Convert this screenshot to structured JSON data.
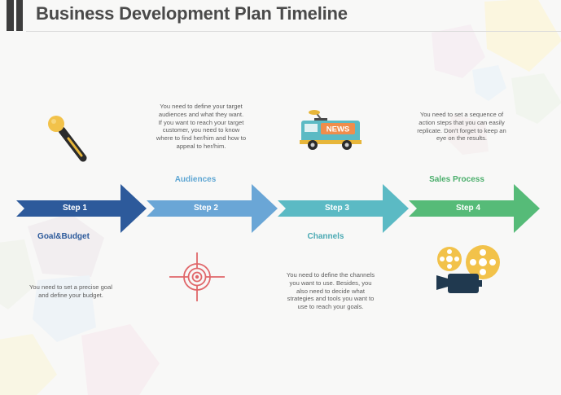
{
  "title": "Business Development Plan Timeline",
  "colors": {
    "step1": "#2d5a9b",
    "step2": "#6aa6d6",
    "step3": "#5bbac4",
    "step4": "#56bb78",
    "audiences": "#5ea6d3",
    "channels": "#4aa9b3",
    "sales": "#4aae6b",
    "goal": "#2d5a9b"
  },
  "steps": [
    {
      "step_label": "Step 1",
      "stage": "Goal&Budget",
      "description": [
        "You need to set a precise goal",
        "and define your budget."
      ],
      "icon": "microphone-icon"
    },
    {
      "step_label": "Step 2",
      "stage": "Audiences",
      "description": [
        "You need to define your target",
        "audiences and what they want.",
        "If you want to reach your target",
        "customer, you need to know",
        "where to find her/him and how to",
        "appeal to her/him."
      ],
      "icon": "target-icon"
    },
    {
      "step_label": "Step 3",
      "stage": "Channels",
      "description": [
        "You need to define the channels",
        "you want to use. Besides, you",
        "also need to decide what",
        "strategies and tools you want to",
        "use to reach your goals."
      ],
      "icon": "news-van-icon"
    },
    {
      "step_label": "Step 4",
      "stage": "Sales Process",
      "description": [
        "You need to set a sequence of",
        "action steps that you can easily",
        "replicate. Don't forget to keep an",
        "eye on the results."
      ],
      "icon": "film-camera-icon"
    }
  ],
  "news_sign": "NEWS"
}
